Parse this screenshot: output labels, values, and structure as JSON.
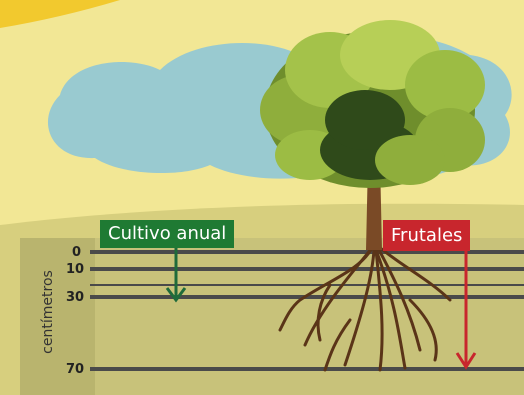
{
  "labels": {
    "annual_crop": "Cultivo anual",
    "fruit_trees": "Frutales"
  },
  "axis": {
    "title": "centímetros",
    "ticks": [
      "0",
      "10",
      "30",
      "70"
    ]
  },
  "colors": {
    "sky": "#f2e795",
    "cloud": "#8fc6d6",
    "soil": "#c8c27a",
    "depth_band": "#b9b46e",
    "annual_crop": "#1f7a33",
    "fruit_trees": "#c8262d",
    "layer_line": "#4a4a4a",
    "foliage": "#8fae3c",
    "trunk": "#7a4a26",
    "roots": "#5a3418"
  }
}
